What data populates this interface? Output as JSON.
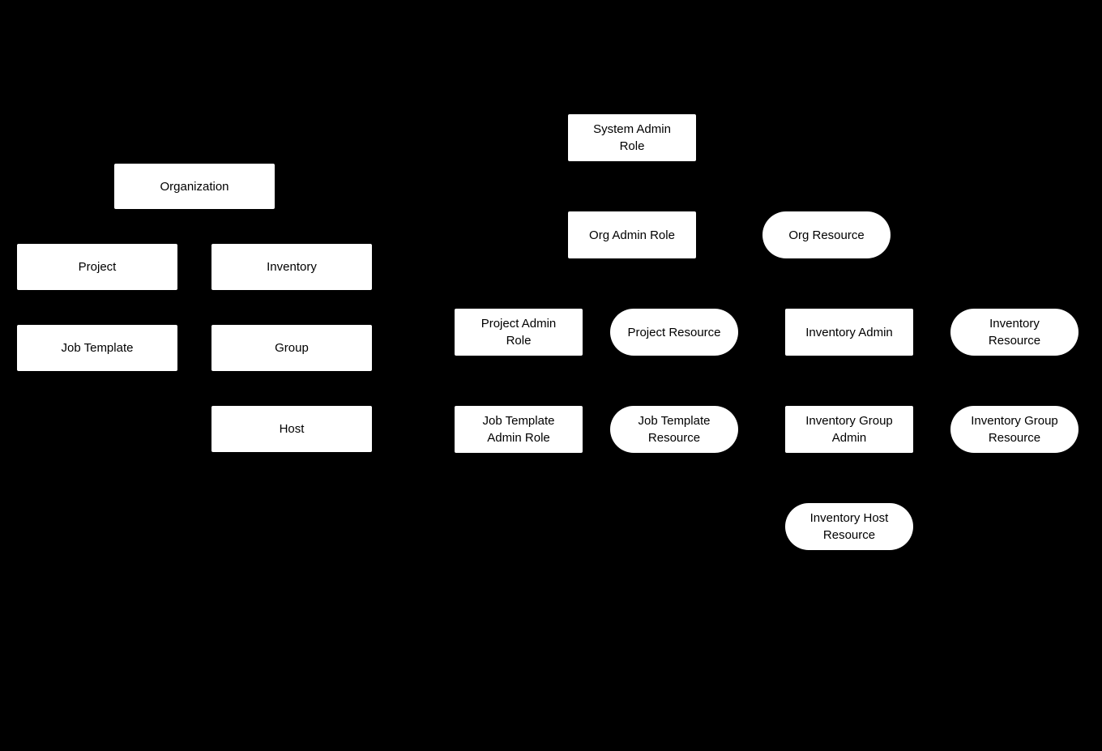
{
  "diagram": {
    "background": "#000000",
    "node_fill": "#ffffff",
    "node_text_color": "#000000",
    "nodes": {
      "organization": {
        "label": "Organization",
        "shape": "rect"
      },
      "project": {
        "label": "Project",
        "shape": "rect"
      },
      "inventory": {
        "label": "Inventory",
        "shape": "rect"
      },
      "job_template": {
        "label": "Job Template",
        "shape": "rect"
      },
      "group": {
        "label": "Group",
        "shape": "rect"
      },
      "host": {
        "label": "Host",
        "shape": "rect"
      },
      "system_admin_role": {
        "label": "System Admin\nRole",
        "shape": "rect"
      },
      "org_admin_role": {
        "label": "Org Admin Role",
        "shape": "rect"
      },
      "org_resource": {
        "label": "Org Resource",
        "shape": "stadium"
      },
      "project_admin_role": {
        "label": "Project Admin\nRole",
        "shape": "rect"
      },
      "project_resource": {
        "label": "Project Resource",
        "shape": "stadium"
      },
      "inventory_admin": {
        "label": "Inventory Admin",
        "shape": "rect"
      },
      "inventory_resource": {
        "label": "Inventory\nResource",
        "shape": "stadium"
      },
      "job_template_admin_role": {
        "label": "Job Template\nAdmin Role",
        "shape": "rect"
      },
      "job_template_resource": {
        "label": "Job Template\nResource",
        "shape": "stadium"
      },
      "inventory_group_admin": {
        "label": "Inventory Group\nAdmin",
        "shape": "rect"
      },
      "inventory_group_resource": {
        "label": "Inventory Group\nResource",
        "shape": "stadium"
      },
      "inventory_host_resource": {
        "label": "Inventory Host\nResource",
        "shape": "stadium"
      }
    }
  }
}
